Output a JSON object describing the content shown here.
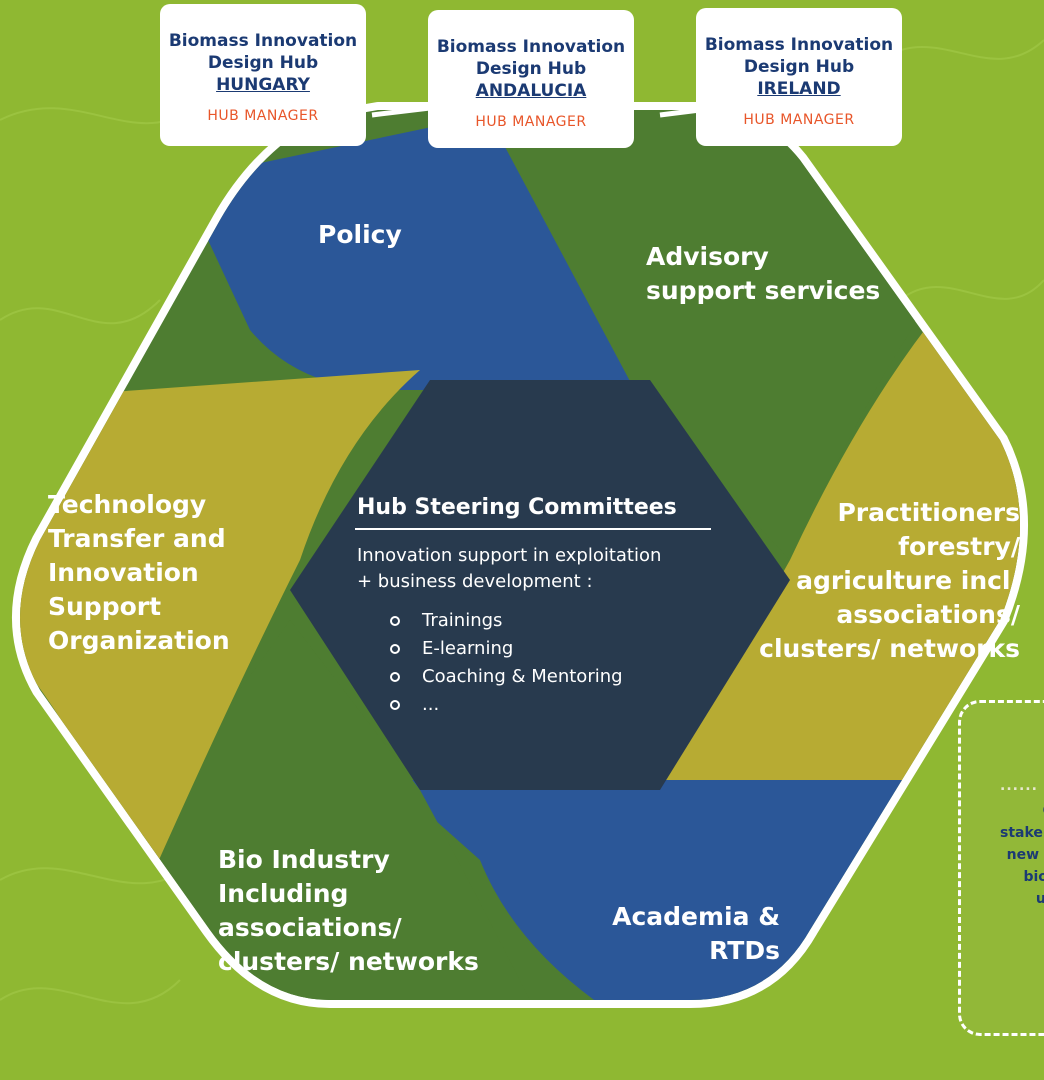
{
  "hubs": [
    {
      "line1": "Biomass Innovation",
      "line2": "Design Hub",
      "country": "HUNGARY",
      "role": "HUB MANAGER"
    },
    {
      "line1": "Biomass Innovation",
      "line2": "Design Hub",
      "country": "ANDALUCIA",
      "role": "HUB MANAGER"
    },
    {
      "line1": "Biomass Innovation",
      "line2": "Design Hub",
      "country": "IRELAND",
      "role": "HUB MANAGER"
    }
  ],
  "segments": {
    "policy": "Policy",
    "advisory": [
      "Advisory",
      "support services"
    ],
    "technology": [
      "Technology",
      "Transfer and",
      "Innovation",
      "Support",
      "Organization"
    ],
    "practitioners": [
      "Practitioners",
      "forestry/",
      "agriculture incl.",
      "associations/",
      "clusters/ networks"
    ],
    "bio_industry": [
      "Bio Industry",
      "Including",
      "associations/",
      "clusters/ networks"
    ],
    "academia": [
      "Academia &",
      "RTDs"
    ]
  },
  "center": {
    "title": "Hub Steering Committees",
    "desc1": "Innovation support in exploitation",
    "desc2": "+ business development :",
    "items": [
      "Trainings",
      "E-learning",
      "Coaching & Mentoring",
      "..."
    ]
  },
  "note": {
    "dots": "......",
    "lines": [
      "Co",
      "stakeho",
      "new va",
      "biom",
      "upt"
    ]
  },
  "colors": {
    "background": "#8fb832",
    "blue": "#2b5798",
    "green": "#4e7d31",
    "gold": "#b7ab33",
    "center": "#283a4e",
    "hub_title": "#1b3a73",
    "hub_role": "#e8562a"
  }
}
